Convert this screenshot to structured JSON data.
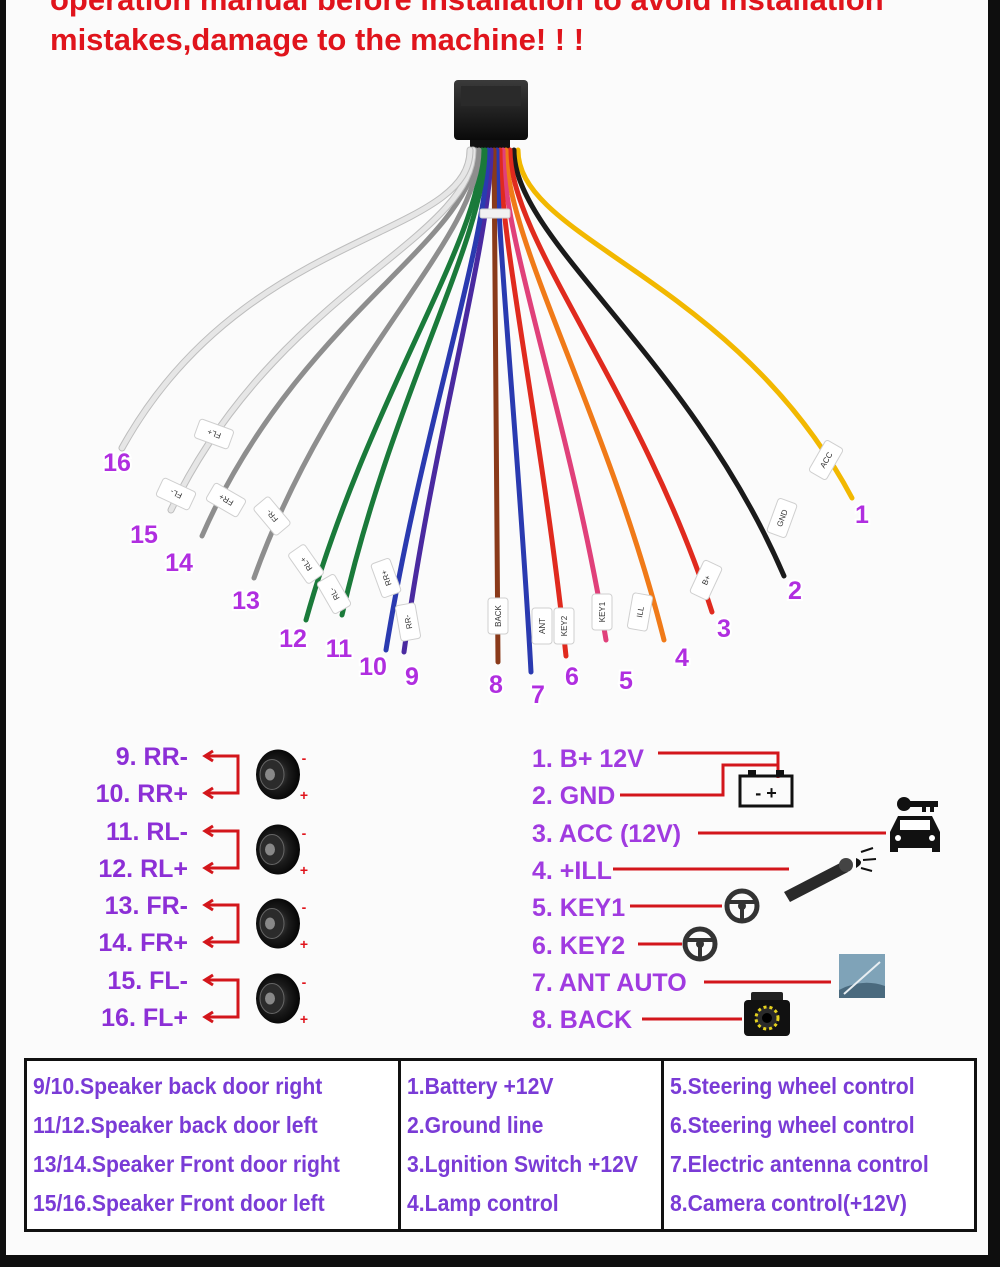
{
  "warning": {
    "line1": "operation manual before installation to avoid installation",
    "line2": "mistakes,damage to the machine! ! !"
  },
  "wire_numbers": [
    "1",
    "2",
    "3",
    "4",
    "5",
    "6",
    "7",
    "8",
    "9",
    "10",
    "11",
    "12",
    "13",
    "14",
    "15",
    "16"
  ],
  "wire_tags": [
    "ACC",
    "GND",
    "B+",
    "ILL",
    "KEY1",
    "KEY2",
    "ANT",
    "BACK",
    "RR-",
    "RR+",
    "RL-",
    "RL+",
    "FR-",
    "FR+",
    "FL-",
    "FL+"
  ],
  "speakers": {
    "labels": [
      "9.  RR-",
      "10. RR+",
      "11. RL-",
      "12. RL+",
      "13. FR-",
      "14. FR+",
      "15. FL-",
      "16. FL+"
    ],
    "minus": "-",
    "plus": "+"
  },
  "power_labels": [
    "1. B+ 12V",
    "2. GND",
    "3. ACC (12V)",
    "4. +ILL",
    "5. KEY1",
    "6. KEY2",
    "7. ANT AUTO",
    "8. BACK"
  ],
  "battery_signs": "- +",
  "legend": {
    "col1": [
      "9/10.Speaker back door right",
      "11/12.Speaker back door left",
      "13/14.Speaker Front door right",
      "15/16.Speaker Front door left"
    ],
    "col2": [
      "1.Battery +12V",
      "2.Ground line",
      "3.Lgnition Switch +12V",
      "4.Lamp control"
    ],
    "col3": [
      "5.Steering wheel control",
      "6.Steering wheel control",
      "7.Electric antenna control",
      "8.Camera control(+12V)"
    ]
  },
  "colors": {
    "warning": "#e0141c",
    "labels": "#a03ae0",
    "lines": "#d3161b",
    "wire_yellow": "#f2b800",
    "wire_black": "#1a1a1a",
    "wire_red": "#e02a1e",
    "wire_orange": "#f07a18",
    "wire_pink": "#e0407a",
    "wire_blue": "#2a3ab0",
    "wire_brown": "#8a3a1a",
    "wire_purple": "#4a2aa0",
    "wire_green": "#1a7a3a",
    "wire_gray": "#8e8e8e",
    "wire_white": "#e6e6e6"
  },
  "icons": [
    "battery-icon",
    "car-key-icon",
    "headlight-switch-icon",
    "steering-wheel-icon",
    "antenna-icon",
    "rear-camera-icon",
    "speaker-icon"
  ]
}
